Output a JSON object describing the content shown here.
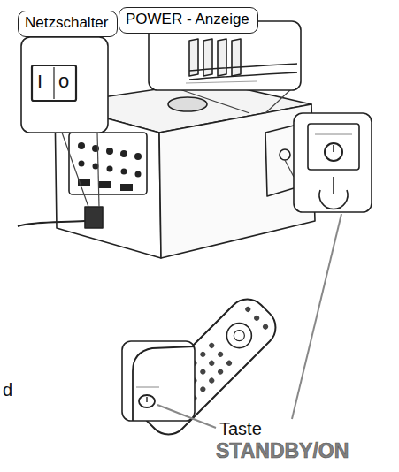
{
  "diagram": {
    "nodes": [
      {
        "text": [
          "Netzschalter"
        ]
      },
      {
        "text": [
          "POWER - Anzeige"
        ]
      }
    ],
    "labels": [
      "I",
      "o",
      "Taste",
      "STANDBY/ON",
      "d"
    ]
  }
}
